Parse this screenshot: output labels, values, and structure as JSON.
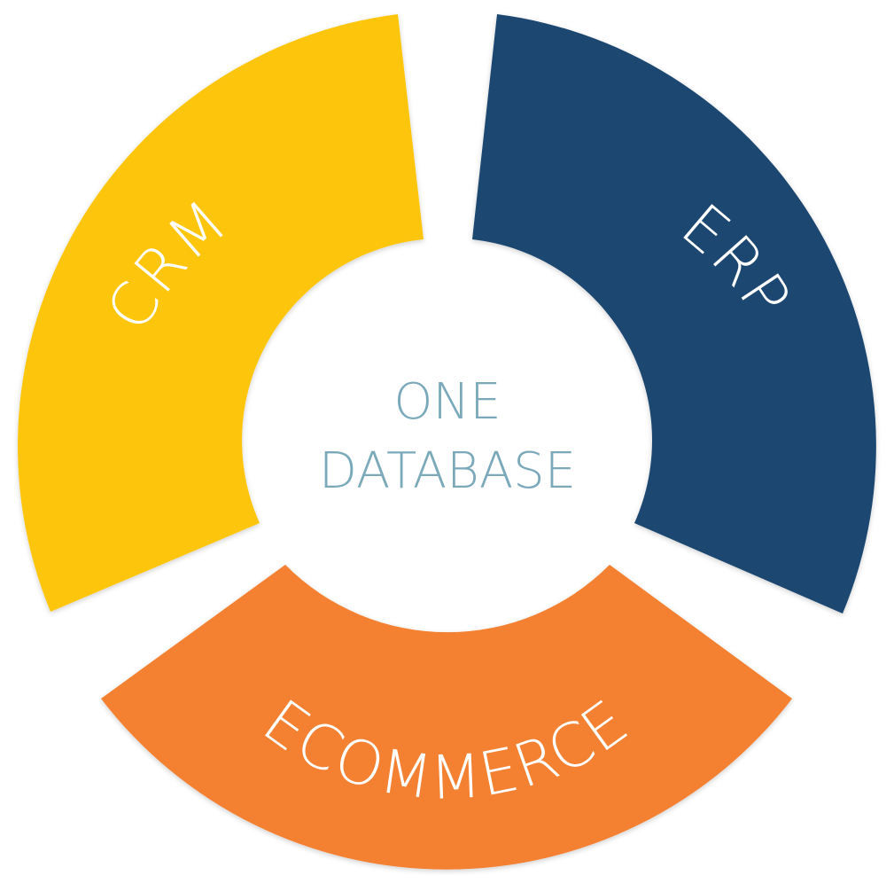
{
  "center": {
    "line1": "ONE",
    "line2": "DATABASE",
    "text_color": "#7aa9b9"
  },
  "segments": [
    {
      "label": "CRM",
      "color": "#fdc60f"
    },
    {
      "label": "ERP",
      "color": "#1a466f"
    },
    {
      "label": "ECOMMERCE",
      "color": "#f48131"
    }
  ]
}
